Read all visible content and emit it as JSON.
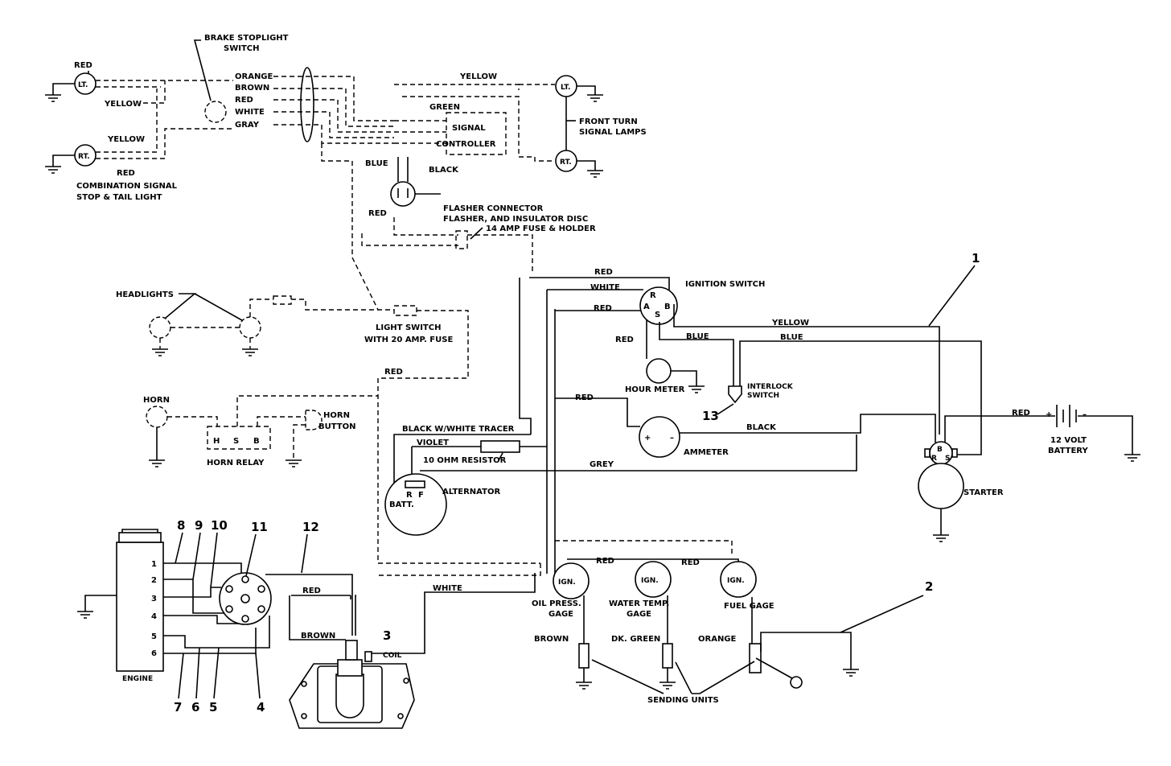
{
  "labels": {
    "brake_stoplight_switch_1": "BRAKE STOPLIGHT",
    "brake_stoplight_switch_2": "SWITCH",
    "red_lt": "RED",
    "lt": "LT.",
    "rt": "RT.",
    "yellow_lt": "YELLOW",
    "yellow_rt": "YELLOW",
    "red_rt": "RED",
    "combination_1": "COMBINATION SIGNAL",
    "combination_2": "STOP & TAIL LIGHT",
    "orange": "ORANGE",
    "brown": "BROWN",
    "red_bus": "RED",
    "white_bus": "WHITE",
    "gray": "GRAY",
    "yellow_top": "YELLOW",
    "green": "GREEN",
    "signal": "SIGNAL",
    "controller": "CONTROLLER",
    "front_lt": "LT.",
    "front_rt": "RT.",
    "front_turn_1": "FRONT TURN",
    "front_turn_2": "SIGNAL LAMPS",
    "blue_flasher": "BLUE",
    "black_flasher": "BLACK",
    "flasher_1": "FLASHER CONNECTOR",
    "flasher_2": "FLASHER, AND INSULATOR DISC",
    "red_flasher": "RED",
    "fuse_14": "14 AMP FUSE & HOLDER",
    "headlights": "HEADLIGHTS",
    "light_switch_1": "LIGHT SWITCH",
    "light_switch_2": "WITH 20 AMP. FUSE",
    "red_light": "RED",
    "horn": "HORN",
    "horn_button_1": "HORN",
    "horn_button_2": "BUTTON",
    "horn_relay": "HORN RELAY",
    "relay_h": "H",
    "relay_s": "S",
    "relay_b": "B",
    "red_ign_top": "RED",
    "white_ign": "WHITE",
    "red_ign_a": "RED",
    "ignition_switch": "IGNITION SWITCH",
    "ign_r": "R",
    "ign_a": "A",
    "ign_b": "B",
    "ign_s": "S",
    "yellow_starter": "YELLOW",
    "blue_1": "BLUE",
    "blue_2": "BLUE",
    "red_hour": "RED",
    "hour_meter": "HOUR METER",
    "interlock_1": "INTERLOCK",
    "interlock_2": "SWITCH",
    "n13": "13",
    "n1": "1",
    "red_ammeter": "RED",
    "black_ammeter": "BLACK",
    "ammeter": "AMMETER",
    "black_tracer": "BLACK W/WHITE TRACER",
    "violet": "VIOLET",
    "resistor": "10 OHM RESISTOR",
    "grey": "GREY",
    "alternator": "ALTERNATOR",
    "batt": "BATT.",
    "alt_r": "R",
    "alt_f": "F",
    "red_battery": "RED",
    "battery_1": "12 VOLT",
    "battery_2": "BATTERY",
    "starter": "STARTER",
    "st_b": "B",
    "st_r": "R",
    "st_s": "S",
    "red_gage_1": "RED",
    "red_gage_2": "RED",
    "ign_oil": "IGN.",
    "ign_water": "IGN.",
    "ign_fuel": "IGN.",
    "oil_1": "OIL PRESS.",
    "oil_2": "GAGE",
    "water_1": "WATER TEMP.",
    "water_2": "GAGE",
    "fuel_gage": "FUEL GAGE",
    "brown_send": "BROWN",
    "dk_green": "DK. GREEN",
    "orange_send": "ORANGE",
    "sending_units": "SENDING UNITS",
    "n2": "2",
    "white_coil": "WHITE",
    "red_coil": "RED",
    "brown_coil": "BROWN",
    "coil": "COIL",
    "n3": "3",
    "n8": "8",
    "n9": "9",
    "n10": "10",
    "n11": "11",
    "n12": "12",
    "n7": "7",
    "n6": "6",
    "n5": "5",
    "n4": "4",
    "engine": "ENGINE",
    "e1": "1",
    "e2": "2",
    "e3": "3",
    "e4": "4",
    "e5": "5",
    "e6": "6"
  }
}
